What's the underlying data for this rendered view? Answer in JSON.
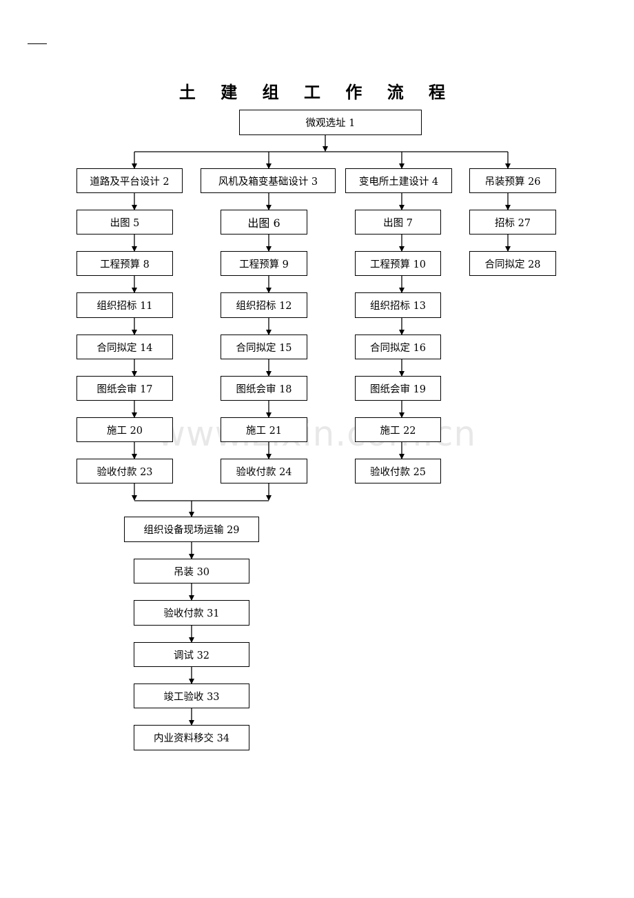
{
  "title": "土 建 组 工 作 流 程",
  "watermark": "www.zixin.com.cn",
  "nodes": {
    "n1": "微观选址 1",
    "n2": "道路及平台设计 2",
    "n3": "风机及箱变基础设计 3",
    "n4": "变电所土建设计 4",
    "n26": "吊装预算 26",
    "n5": "出图 5",
    "n6": "出图 6",
    "n7": "出图 7",
    "n27": "招标 27",
    "n8": "工程预算 8",
    "n9": "工程预算 9",
    "n10": "工程预算 10",
    "n28": "合同拟定 28",
    "n11": "组织招标 11",
    "n12": "组织招标 12",
    "n13": "组织招标 13",
    "n14": "合同拟定 14",
    "n15": "合同拟定 15",
    "n16": "合同拟定 16",
    "n17": "图纸会审 17",
    "n18": "图纸会审 18",
    "n19": "图纸会审 19",
    "n20": "施工 20",
    "n21": "施工 21",
    "n22": "施工 22",
    "n23": "验收付款 23",
    "n24": "验收付款 24",
    "n25": "验收付款 25",
    "n29": "组织设备现场运输 29",
    "n30": "吊装 30",
    "n31": "验收付款 31",
    "n32": "调试 32",
    "n33": "竣工验收 33",
    "n34": "内业资料移交 34"
  }
}
